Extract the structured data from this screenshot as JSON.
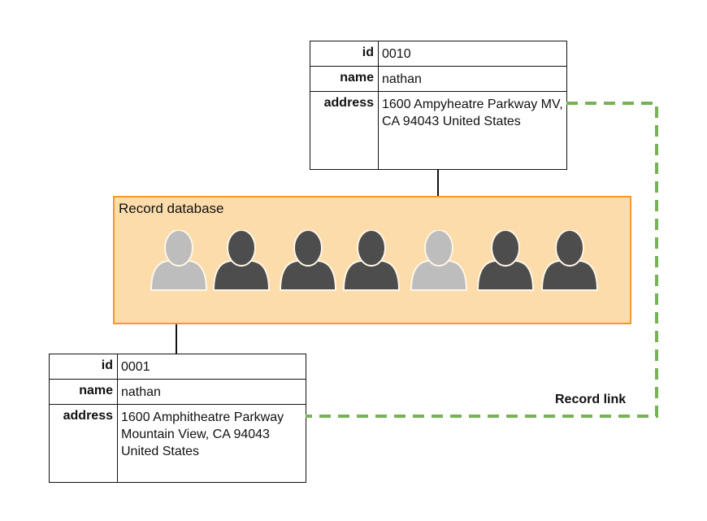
{
  "record_database": {
    "title": "Record database",
    "people": [
      {
        "state": "highlighted"
      },
      {
        "state": "normal"
      },
      {
        "state": "normal"
      },
      {
        "state": "normal"
      },
      {
        "state": "highlighted"
      },
      {
        "state": "normal"
      },
      {
        "state": "normal"
      }
    ],
    "colors": {
      "box_fill": "#fddcab",
      "box_border": "#f39a2a",
      "person_normal": "#4d4d4d",
      "person_highlighted": "#bdbdbd"
    }
  },
  "record_top": {
    "id_label": "id",
    "id_value": "0010",
    "name_label": "name",
    "name_value": "nathan",
    "address_label": "address",
    "address_value": "1600 Ampyheatre Parkway MV, CA 94043 United States"
  },
  "record_bottom": {
    "id_label": "id",
    "id_value": "0001",
    "name_label": "name",
    "name_value": "nathan",
    "address_label": "address",
    "address_value": "1600 Amphitheatre Parkway Mountain View, CA 94043 United States"
  },
  "record_link": {
    "label": "Record link",
    "color": "#77b255"
  }
}
